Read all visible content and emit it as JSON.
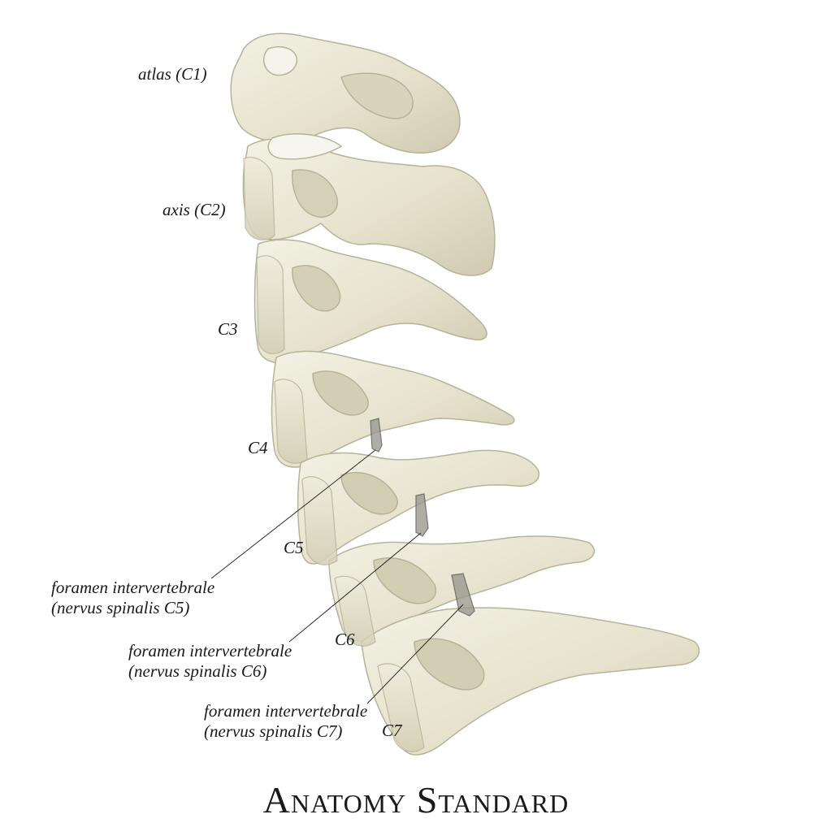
{
  "labels": {
    "atlas": "atlas (C1)",
    "axis": "axis (C2)",
    "c3": "C3",
    "c4": "C4",
    "c5": "C5",
    "c6": "C6",
    "c7": "C7"
  },
  "foramina": [
    {
      "line1": "foramen intervertebrale",
      "line2": "(nervus spinalis C5)"
    },
    {
      "line1": "foramen intervertebrale",
      "line2": "(nervus spinalis C6)"
    },
    {
      "line1": "foramen intervertebrale",
      "line2": "(nervus spinalis C7)"
    }
  ],
  "brand": "Anatomy Standard",
  "colors": {
    "bone": "#e9e6d3",
    "bone_shade": "#c9c5ac",
    "bone_dark": "#a8a48b",
    "ink": "#1a1a1a",
    "foramen": "#8a8a80"
  }
}
